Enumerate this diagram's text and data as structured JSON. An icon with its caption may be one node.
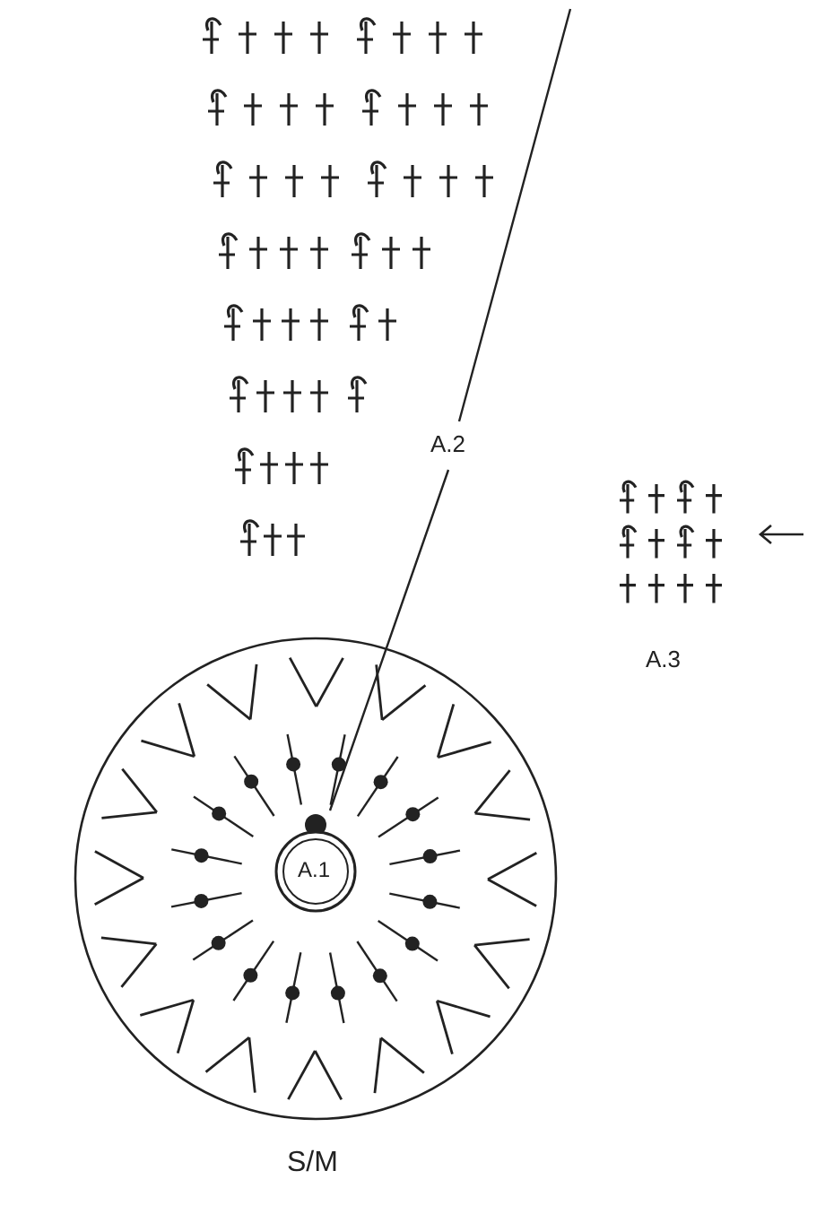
{
  "diagram": {
    "nodes": [
      {
        "text": [
          "S/M"
        ]
      },
      {
        "text": [
          "A.1"
        ],
        "in": 0
      }
    ],
    "labels": [
      "A.2",
      "A.3"
    ]
  }
}
